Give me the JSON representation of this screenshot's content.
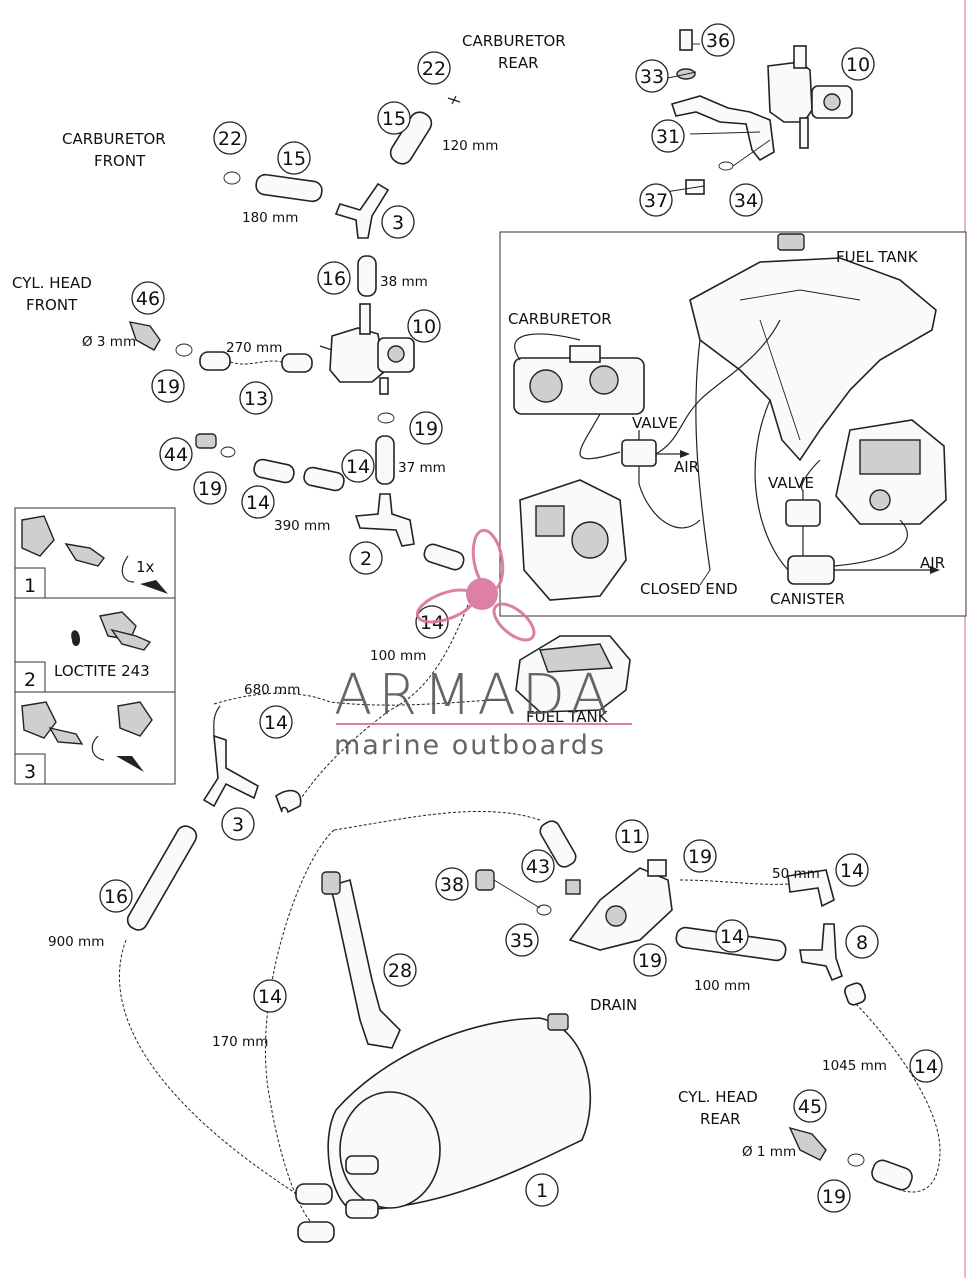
{
  "labels": {
    "carb_rear": [
      "CARBURETOR",
      "REAR"
    ],
    "carb_front": [
      "CARBURETOR",
      "FRONT"
    ],
    "cyl_head_front": [
      "CYL. HEAD",
      "FRONT"
    ],
    "cyl_head_rear": [
      "CYL. HEAD",
      "REAR"
    ],
    "fuel_tank": "FUEL TANK",
    "fuel_tank_bottom": "FUEL TANK",
    "carburetor": "CARBURETOR",
    "valve_1": "VALVE",
    "valve_2": "VALVE",
    "air_1": "AIR",
    "air_2": "AIR",
    "closed_end": "CLOSED END",
    "canister": "CANISTER",
    "drain": "DRAIN",
    "loctite": "LOCTITE 243",
    "turn_1x": "1x"
  },
  "dimensions": {
    "d120": "120 mm",
    "d180": "180 mm",
    "d38": "38 mm",
    "d270": "270 mm",
    "dia3": "Ø 3 mm",
    "d37": "37 mm",
    "d390": "390 mm",
    "d100a": "100 mm",
    "d680": "680 mm",
    "d900": "900 mm",
    "d170": "170 mm",
    "d50": "50 mm",
    "d100b": "100 mm",
    "d1045": "1045 mm",
    "dia1": "Ø 1 mm"
  },
  "callouts": {
    "c36": "36",
    "c33": "33",
    "c10a": "10",
    "c31": "31",
    "c37": "37",
    "c34": "34",
    "c22a": "22",
    "c15a": "15",
    "c22b": "22",
    "c15b": "15",
    "c3a": "3",
    "c16a": "16",
    "c10b": "10",
    "c46": "46",
    "c19a": "19",
    "c13": "13",
    "c19b": "19",
    "c14a": "14",
    "c44": "44",
    "c19c": "19",
    "c14b": "14",
    "c2": "2",
    "c14c": "14",
    "c14d": "14",
    "c3b": "3",
    "c16b": "16",
    "c14e": "14",
    "c28": "28",
    "c11": "11",
    "c43": "43",
    "c38": "38",
    "c35": "35",
    "c19d": "19",
    "c14f": "14",
    "c14g": "14",
    "c19e": "19",
    "c8": "8",
    "c1": "1",
    "c45": "45",
    "c19f": "19",
    "c14h": "14"
  },
  "steps": [
    "1",
    "2",
    "3"
  ],
  "watermark": {
    "brand": "ARMADA",
    "tagline": "marine outboards",
    "accent_color": "#d9739c"
  }
}
